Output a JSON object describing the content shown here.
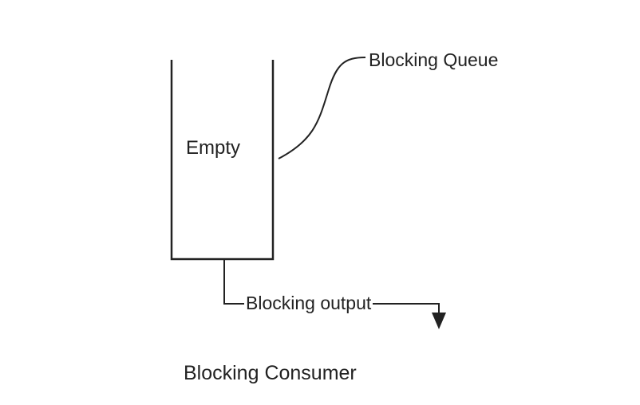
{
  "diagram": {
    "queue_label": "Blocking Queue",
    "queue_state": "Empty",
    "output_label": "Blocking output",
    "consumer_label": "Blocking Consumer"
  },
  "colors": {
    "line": "#222222",
    "text": "#222222",
    "background": "#ffffff"
  },
  "icons": {
    "output_arrow": "arrow-down-icon"
  }
}
